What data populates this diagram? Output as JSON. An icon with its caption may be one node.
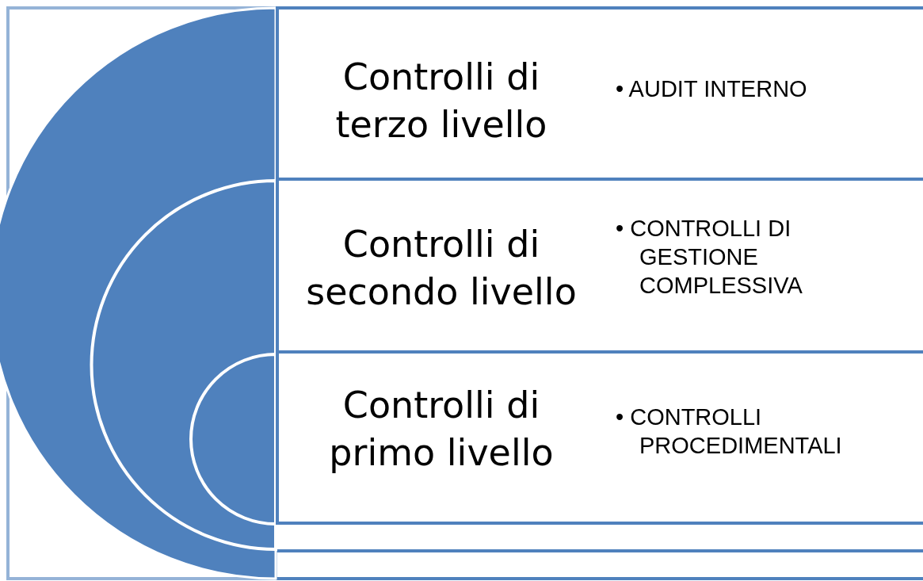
{
  "diagram": {
    "nodes": [
      {
        "text": [
          "Controlli di terzo livello",
          "• AUDIT INTERNO"
        ]
      },
      {
        "text": [
          "Controlli di secondo livello",
          "• CONTROLLI DI GESTIONE COMPLESSIVA"
        ]
      },
      {
        "text": [
          "Controlli di primo livello",
          "• CONTROLLI PROCEDIMENTALI"
        ]
      }
    ]
  }
}
